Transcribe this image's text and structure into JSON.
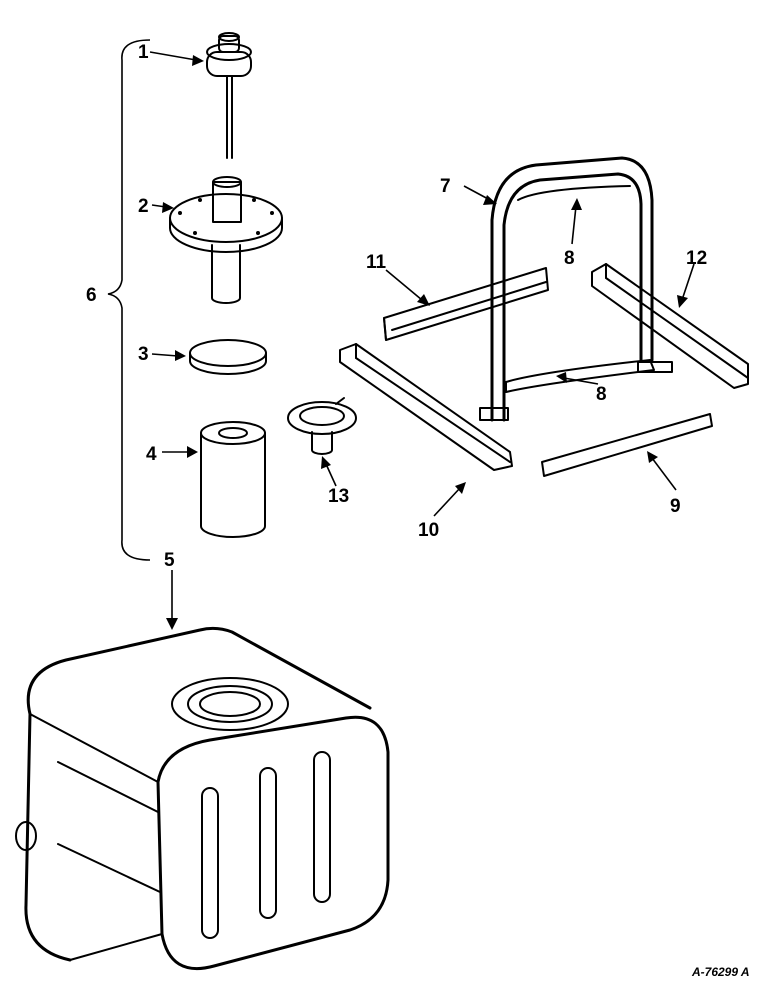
{
  "callouts": {
    "c1": "1",
    "c2": "2",
    "c3": "3",
    "c4": "4",
    "c5": "5",
    "c6": "6",
    "c7": "7",
    "c8a": "8",
    "c8b": "8",
    "c9": "9",
    "c10": "10",
    "c11": "11",
    "c12": "12",
    "c13": "13"
  },
  "drawing_id": "A-76299 A"
}
